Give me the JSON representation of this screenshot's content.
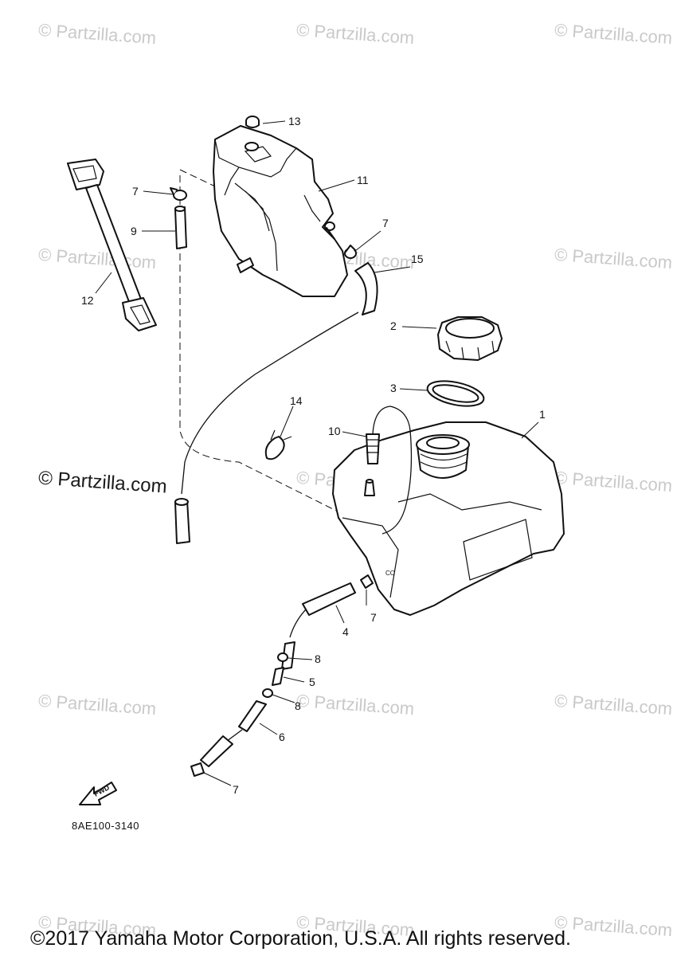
{
  "watermark": {
    "text": "© Partzilla.com"
  },
  "callouts": {
    "n1": "1",
    "n2": "2",
    "n3": "3",
    "n4": "4",
    "n5": "5",
    "n6": "6",
    "n7a": "7",
    "n7b": "7",
    "n7c": "7",
    "n7d": "7",
    "n8a": "8",
    "n8b": "8",
    "n9": "9",
    "n10": "10",
    "n11": "11",
    "n12": "12",
    "n13": "13",
    "n14": "14",
    "n15": "15"
  },
  "fwd_label": "FWD",
  "diagram_code": "8AE100-3140",
  "copyright": "©2017 Yamaha Motor Corporation, U.S.A. All rights reserved."
}
